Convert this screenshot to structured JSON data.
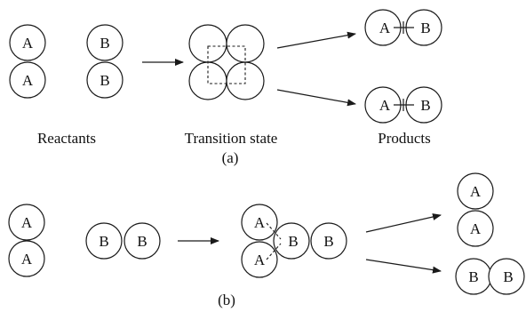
{
  "panel_a": {
    "reactant_1": [
      "A",
      "A"
    ],
    "reactant_2": [
      "B",
      "B"
    ],
    "product_1": [
      "A",
      "B"
    ],
    "product_2": [
      "A",
      "B"
    ],
    "captions": {
      "reactants": "Reactants",
      "transition_state": "Transition state",
      "products": "Products"
    },
    "label": "(a)"
  },
  "panel_b": {
    "reactant_1": [
      "A",
      "A"
    ],
    "reactant_2": [
      "B",
      "B"
    ],
    "transition_state": [
      "A",
      "A",
      "B",
      "B"
    ],
    "product_1": [
      "A",
      "A"
    ],
    "product_2": [
      "B",
      "B"
    ],
    "label": "(b)"
  }
}
